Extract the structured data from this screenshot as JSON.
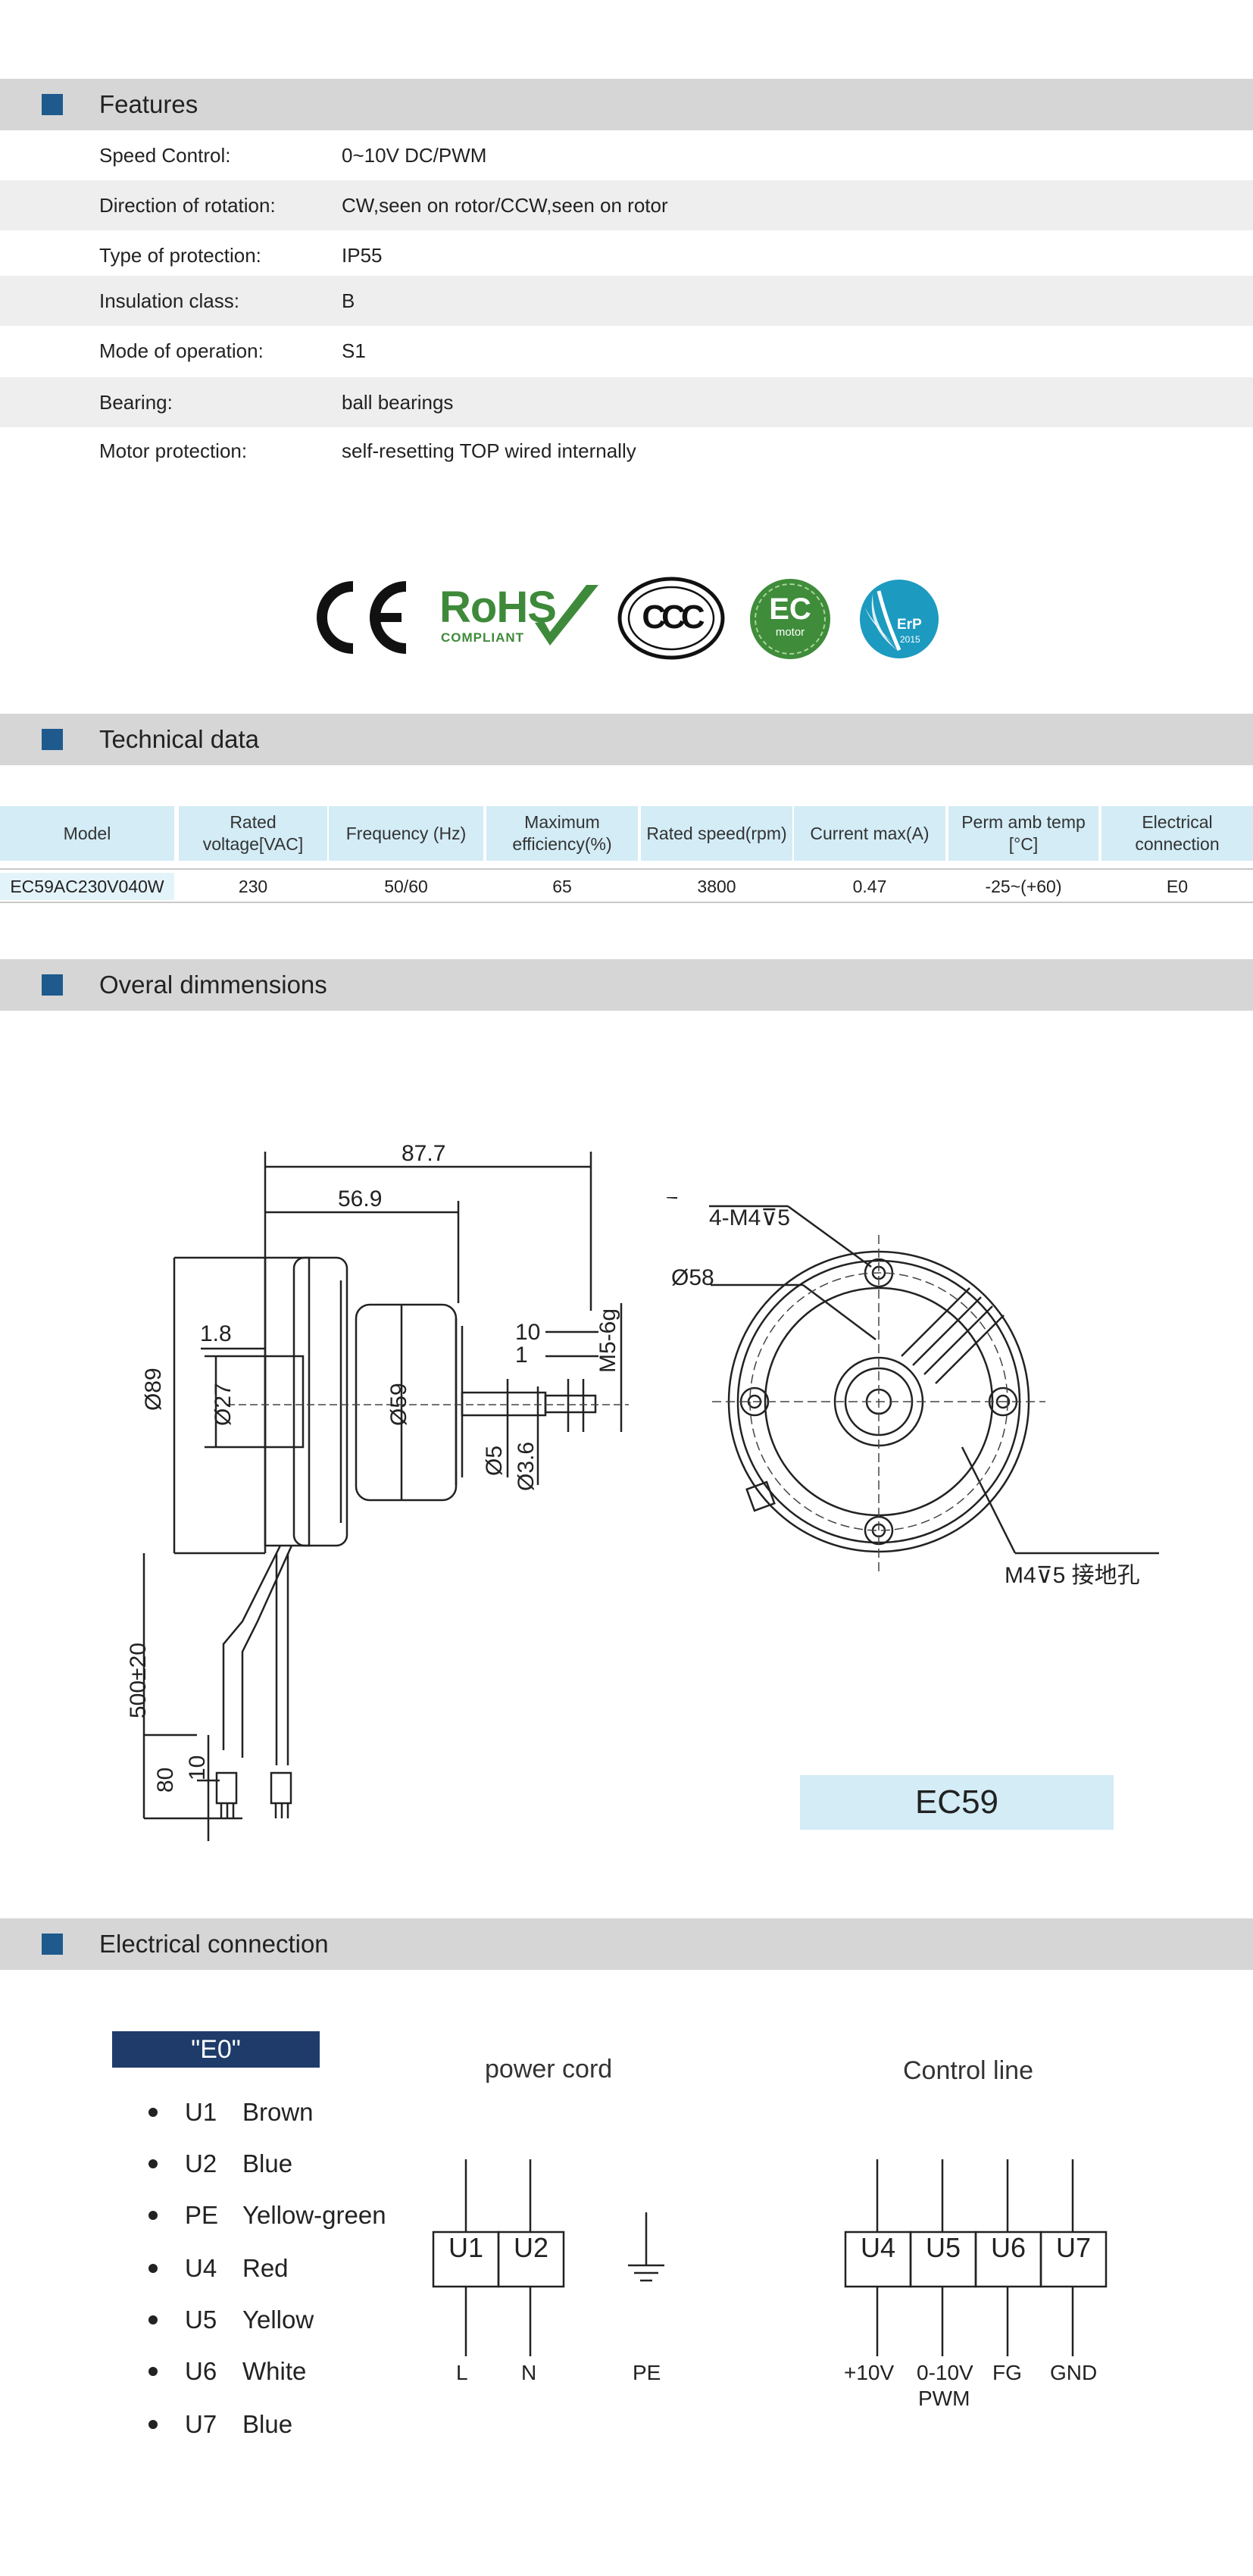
{
  "features": {
    "title": "Features",
    "rows": [
      {
        "label": "Speed Control:",
        "value": "0~10V DC/PWM"
      },
      {
        "label": "Direction of rotation:",
        "value": "CW,seen on rotor/CCW,seen on rotor"
      },
      {
        "label": "Type of protection:",
        "value": "IP55"
      },
      {
        "label": "Insulation class:",
        "value": "B"
      },
      {
        "label": "Mode of operation:",
        "value": "S1"
      },
      {
        "label": "Bearing:",
        "value": "ball bearings"
      },
      {
        "label": "Motor protection:",
        "value": "self-resetting TOP wired internally"
      }
    ]
  },
  "certifications": {
    "ce": "CE",
    "rohs": "RoHS",
    "rohs_sub": "COMPLIANT",
    "ccc": "CCC",
    "ec_big": "EC",
    "ec_small": "motor",
    "erp": "ErP",
    "erp_year": "2015"
  },
  "technical": {
    "title": "Technical data",
    "headers": [
      "Model",
      "Rated voltage[VAC]",
      "Frequency (Hz)",
      "Maximum efficiency(%)",
      "Rated speed(rpm)",
      "Current max(A)",
      "Perm amb temp [°C]",
      "Electrical connection"
    ],
    "row": [
      "EC59AC230V040W",
      "230",
      "50/60",
      "65",
      "3800",
      "0.47",
      "-25~(+60)",
      "E0"
    ]
  },
  "dimensions": {
    "title": "Overal dimmensions",
    "labels": {
      "total_len": "87.7",
      "body_len": "56.9",
      "d89": "Ø89",
      "d27": "Ø27",
      "d59": "Ø59",
      "d5": "Ø5",
      "d36": "Ø3.6",
      "l18": "1.8",
      "l10": "10",
      "l1": "1",
      "m5": "M5-6g",
      "cable": "500±20",
      "l80": "80",
      "l10b": "10",
      "holes": "4-M4⊽5",
      "d58": "Ø58",
      "ground": "M4⊽5  接地孔"
    },
    "model_badge": "EC59"
  },
  "electrical": {
    "title": "Electrical connection",
    "tag": "\"E0\"",
    "legend": [
      {
        "code": "U1",
        "color": "Brown"
      },
      {
        "code": "U2",
        "color": "Blue"
      },
      {
        "code": "PE",
        "color": "Yellow-green"
      },
      {
        "code": "U4",
        "color": "Red"
      },
      {
        "code": "U5",
        "color": "Yellow"
      },
      {
        "code": "U6",
        "color": "White"
      },
      {
        "code": "U7",
        "color": "Blue"
      }
    ],
    "power_title": "power cord",
    "power_terms": [
      "U1",
      "U2"
    ],
    "power_leads": [
      "L",
      "N",
      "PE"
    ],
    "control_title": "Control line",
    "control_terms": [
      "U4",
      "U5",
      "U6",
      "U7"
    ],
    "control_leads": [
      "+10V",
      "0-10V",
      "PWM",
      "FG",
      "GND"
    ]
  }
}
